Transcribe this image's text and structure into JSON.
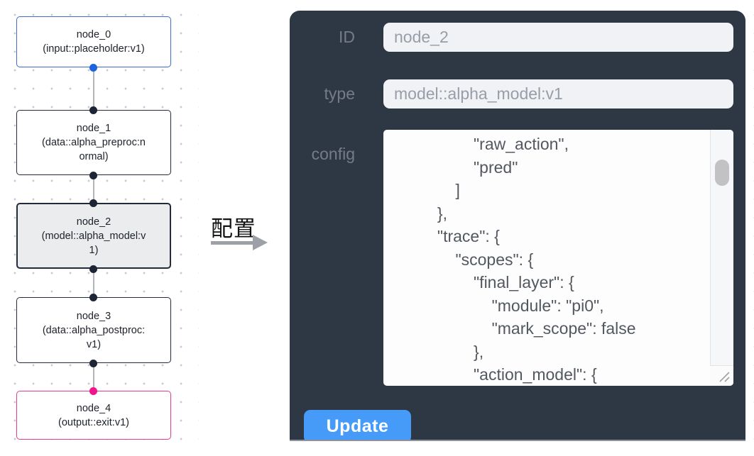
{
  "canvas": {
    "nodes": [
      {
        "title": "node_0",
        "subtitle": "(input::placeholder:v1)",
        "variant": "input"
      },
      {
        "title": "node_1",
        "subtitle": "(data::alpha_preproc:normal)",
        "variant": "default"
      },
      {
        "title": "node_2",
        "subtitle": "(model::alpha_model:v1)",
        "variant": "selected"
      },
      {
        "title": "node_3",
        "subtitle": "(data::alpha_postproc:v1)",
        "variant": "default"
      },
      {
        "title": "node_4",
        "subtitle": "(output::exit:v1)",
        "variant": "output"
      }
    ]
  },
  "arrow": {
    "label": "配置"
  },
  "panel": {
    "id_label": "ID",
    "id_value": "node_2",
    "type_label": "type",
    "type_value": "model::alpha_model:v1",
    "config_label": "config",
    "config_text": "                  \"raw_action\",\n                  \"pred\"\n              ]\n          },\n          \"trace\": {\n              \"scopes\": {\n                  \"final_layer\": {\n                      \"module\": \"pi0\",\n                      \"mark_scope\": false\n                  },\n                  \"action_model\": {",
    "update_label": "Update"
  },
  "colors": {
    "panel_bg": "#2e3744",
    "button_blue": "#459bf7",
    "input_node_border": "#3b6cd6",
    "output_node_border": "#ea3a8c",
    "node_border": "#232a3a",
    "selected_node_bg": "#ebecee",
    "port_blue": "#1e62e0",
    "port_dark": "#1d2436",
    "port_pink": "#f2138e"
  }
}
